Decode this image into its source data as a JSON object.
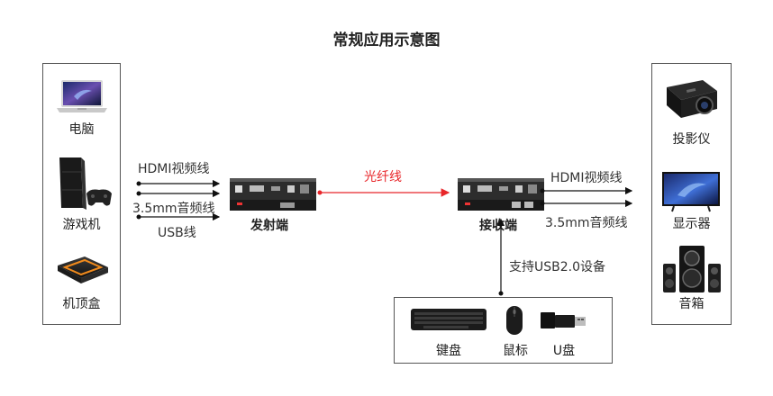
{
  "title": "常规应用示意图",
  "sources": {
    "devices": [
      {
        "label": "电脑",
        "icon": "laptop-icon"
      },
      {
        "label": "游戏机",
        "icon": "game-console-icon"
      },
      {
        "label": "机顶盒",
        "icon": "set-top-box-icon"
      }
    ]
  },
  "displays": {
    "devices": [
      {
        "label": "投影仪",
        "icon": "projector-icon"
      },
      {
        "label": "显示器",
        "icon": "monitor-icon"
      },
      {
        "label": "音箱",
        "icon": "speaker-icon"
      }
    ]
  },
  "left_links": {
    "hdmi": "HDMI视频线",
    "audio": "3.5mm音频线",
    "usb": "USB线"
  },
  "right_links": {
    "hdmi": "HDMI视频线",
    "audio": "3.5mm音频线"
  },
  "transmitter": {
    "label": "发射端",
    "icon": "transmitter-box-icon"
  },
  "receiver": {
    "label": "接收端",
    "icon": "receiver-box-icon"
  },
  "fiber": {
    "label": "光纤线",
    "color": "#e8262a"
  },
  "usb_support": {
    "label": "支持USB2.0设备"
  },
  "usb_devices": {
    "devices": [
      {
        "label": "键盘",
        "icon": "keyboard-icon"
      },
      {
        "label": "鼠标",
        "icon": "mouse-icon"
      },
      {
        "label": "U盘",
        "icon": "usb-drive-icon"
      }
    ]
  }
}
